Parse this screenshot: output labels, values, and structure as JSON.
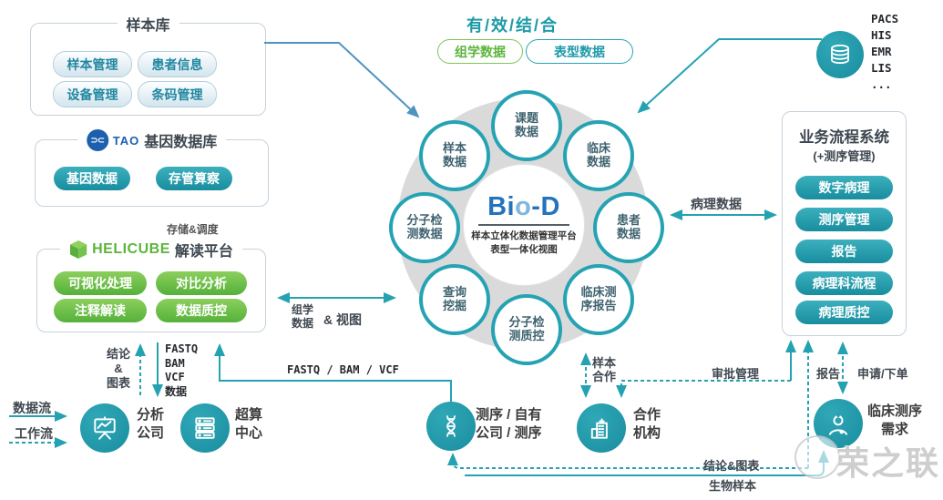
{
  "palette": {
    "teal": "#24a2b2",
    "green": "#5cb53c",
    "logo_blue": "#2373bd",
    "tao_blue": "#1b5fae",
    "ring_gray": "#dadada",
    "steel_blue": "#4f93c1"
  },
  "top_center": {
    "title": "有/效/结/合",
    "pill_omics": "组学数据",
    "pill_pheno": "表型数据"
  },
  "sample_bank": {
    "title": "样本库",
    "pills": [
      "样本管理",
      "患者信息",
      "设备管理",
      "条码管理"
    ]
  },
  "gene_db": {
    "logo_glyph": "⊃⊂",
    "logo": "TAO",
    "title": "基因数据库",
    "pills": [
      "基因数据",
      "存管算察"
    ]
  },
  "helicube": {
    "logo": "HELICUBE",
    "title": "解读平台",
    "pills": [
      "可视化处理",
      "对比分析",
      "注释解读",
      "数据质控"
    ]
  },
  "hub": {
    "logo_parts": {
      "p1": "Bi",
      "p2": "o",
      "p3": "-D"
    },
    "sub1": "样本立体化数据管理平台",
    "sub2": "表型一体化视图",
    "satellites": [
      {
        "l1": "课题",
        "l2": "数据"
      },
      {
        "l1": "临床",
        "l2": "数据"
      },
      {
        "l1": "患者",
        "l2": "数据"
      },
      {
        "l1": "临床测",
        "l2": "序报告"
      },
      {
        "l1": "分子检",
        "l2": "测质控"
      },
      {
        "l1": "查询",
        "l2": "挖掘"
      },
      {
        "l1": "分子检",
        "l2": "测数据"
      },
      {
        "l1": "样本",
        "l2": "数据"
      }
    ]
  },
  "external": {
    "items": [
      "PACS",
      "HIS",
      "EMR",
      "LIS",
      "..."
    ]
  },
  "business": {
    "title": "业务流程系统",
    "subtitle": "(+测序管理)",
    "pills": [
      "数字病理",
      "测序管理",
      "报告",
      "病理科流程",
      "病理质控"
    ]
  },
  "labels": {
    "storage": "存储&调度",
    "pathology_data": "病理数据",
    "omics_l1": "组学",
    "omics_l2": "数据",
    "omics_amp_view": "& 视图",
    "conclusion_l1": "结论",
    "conclusion_l2": "&",
    "conclusion_l3": "图表",
    "fastq_list": [
      "FASTQ",
      "BAM",
      "VCF",
      "数据"
    ],
    "fastq_bam_vcf": "FASTQ / BAM / VCF",
    "data_flow": "数据流",
    "work_flow": "工作流",
    "sample_coop_l1": "样本",
    "sample_coop_l2": "合作",
    "approval": "审批管理",
    "report": "报告",
    "apply_order": "申请/下单",
    "conclusion_charts": "结论&图表",
    "bio_sample": "生物样本"
  },
  "nodes": {
    "analysis": {
      "l1": "分析",
      "l2": "公司"
    },
    "hpc": {
      "l1": "超算",
      "l2": "中心"
    },
    "sequencing": {
      "l1": "测序 / 自有",
      "l2": "公司 / 测序"
    },
    "partner": {
      "l1": "合作",
      "l2": "机构"
    },
    "clinical": {
      "l1": "临床测序",
      "l2": "需求"
    }
  },
  "watermark": {
    "text": "荣之联"
  }
}
